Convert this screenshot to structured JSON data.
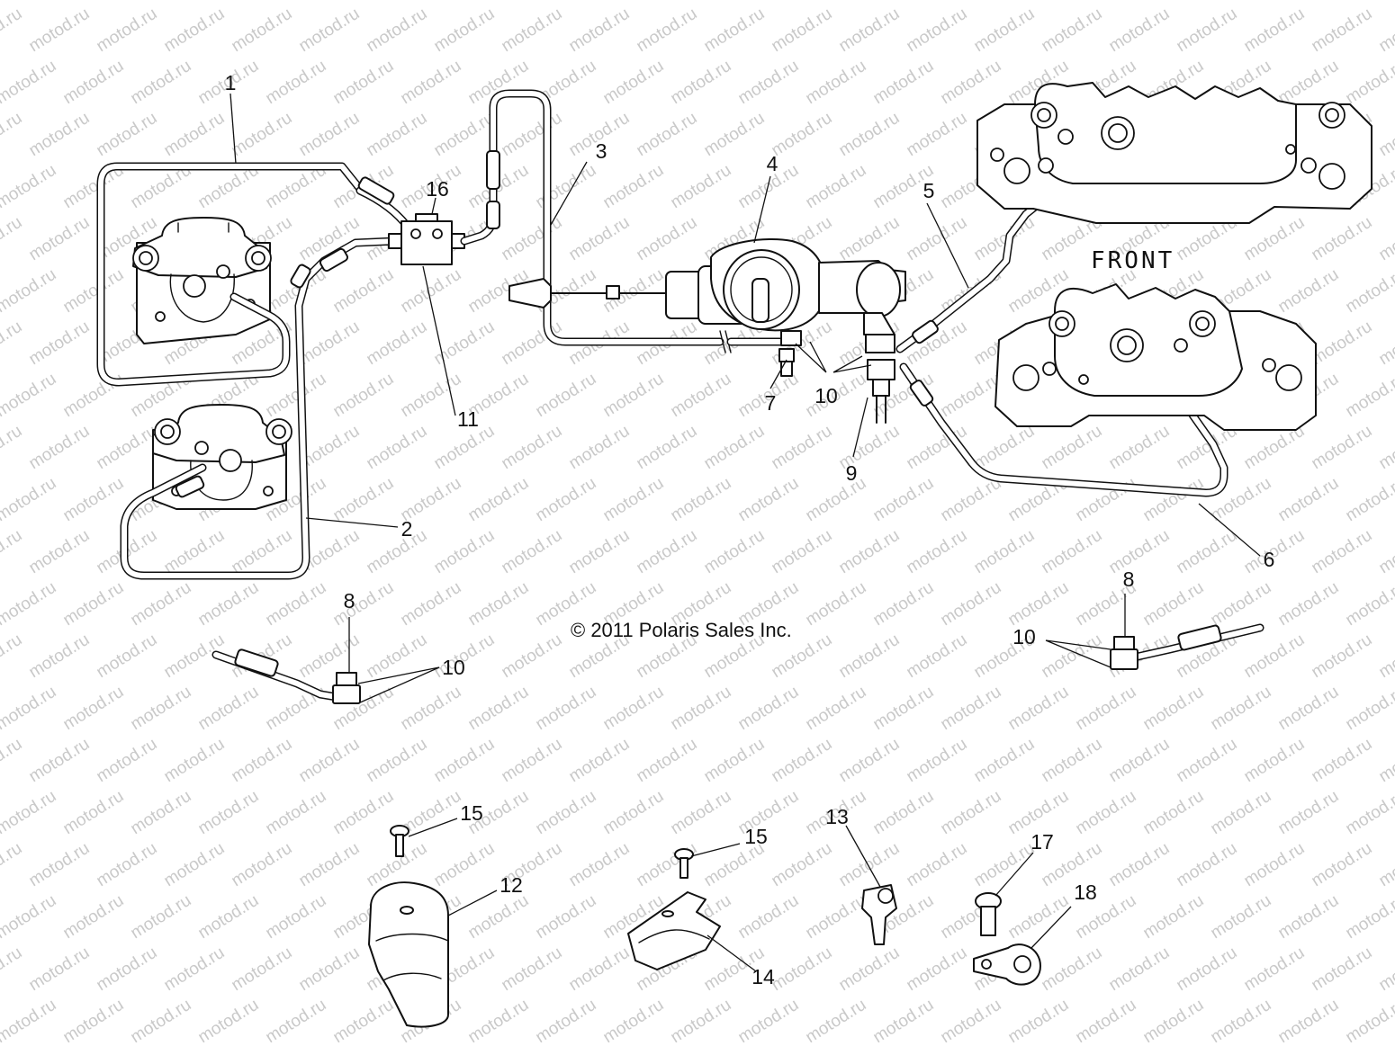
{
  "watermark": "motod.ru",
  "front_label": "FRONT",
  "copyright": "© 2011 Polaris Sales Inc.",
  "callouts": [
    {
      "id": "c1",
      "label": "1"
    },
    {
      "id": "c2",
      "label": "2"
    },
    {
      "id": "c3",
      "label": "3"
    },
    {
      "id": "c4",
      "label": "4"
    },
    {
      "id": "c5",
      "label": "5"
    },
    {
      "id": "c6",
      "label": "6"
    },
    {
      "id": "c7",
      "label": "7"
    },
    {
      "id": "c8a",
      "label": "8"
    },
    {
      "id": "c8b",
      "label": "8"
    },
    {
      "id": "c9",
      "label": "9"
    },
    {
      "id": "c10a",
      "label": "10"
    },
    {
      "id": "c10b",
      "label": "10"
    },
    {
      "id": "c10c",
      "label": "10"
    },
    {
      "id": "c10d",
      "label": "10"
    },
    {
      "id": "c11",
      "label": "11"
    },
    {
      "id": "c12",
      "label": "12"
    },
    {
      "id": "c13",
      "label": "13"
    },
    {
      "id": "c14",
      "label": "14"
    },
    {
      "id": "c15a",
      "label": "15"
    },
    {
      "id": "c15b",
      "label": "15"
    },
    {
      "id": "c16",
      "label": "16"
    },
    {
      "id": "c17",
      "label": "17"
    },
    {
      "id": "c18",
      "label": "18"
    }
  ]
}
